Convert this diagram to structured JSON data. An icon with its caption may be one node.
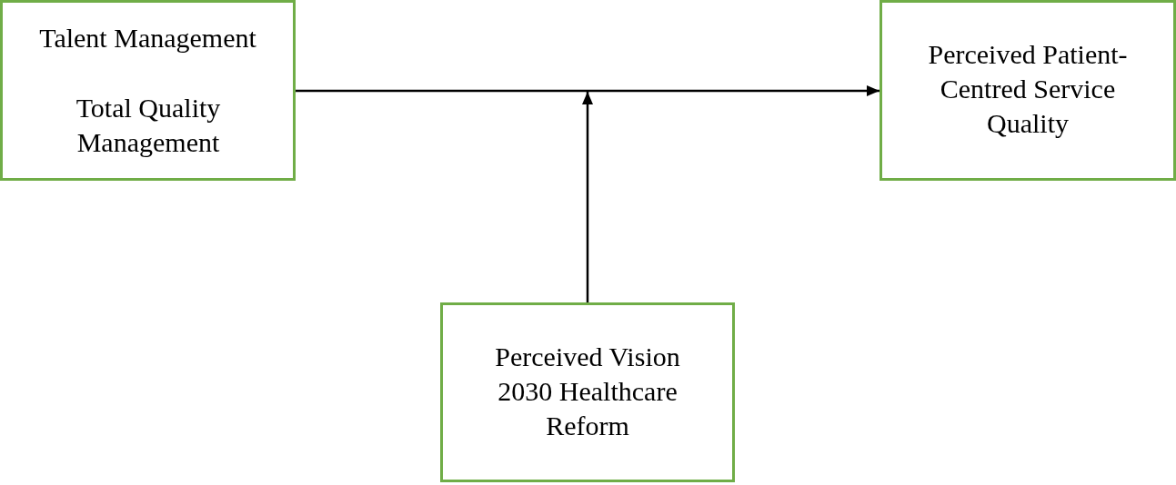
{
  "diagram": {
    "nodes": [
      {
        "text": [
          "Talent Management",
          "Total Quality Management"
        ]
      },
      {
        "text": [
          "Perceived Patient-Centred Service Quality"
        ]
      },
      {
        "text": [
          "Perceived Vision 2030 Healthcare Reform"
        ]
      }
    ],
    "edges": [
      {
        "from": 0,
        "to": 1,
        "arrow": "to"
      },
      {
        "from": 2,
        "to": null,
        "arrow": "to"
      }
    ]
  }
}
